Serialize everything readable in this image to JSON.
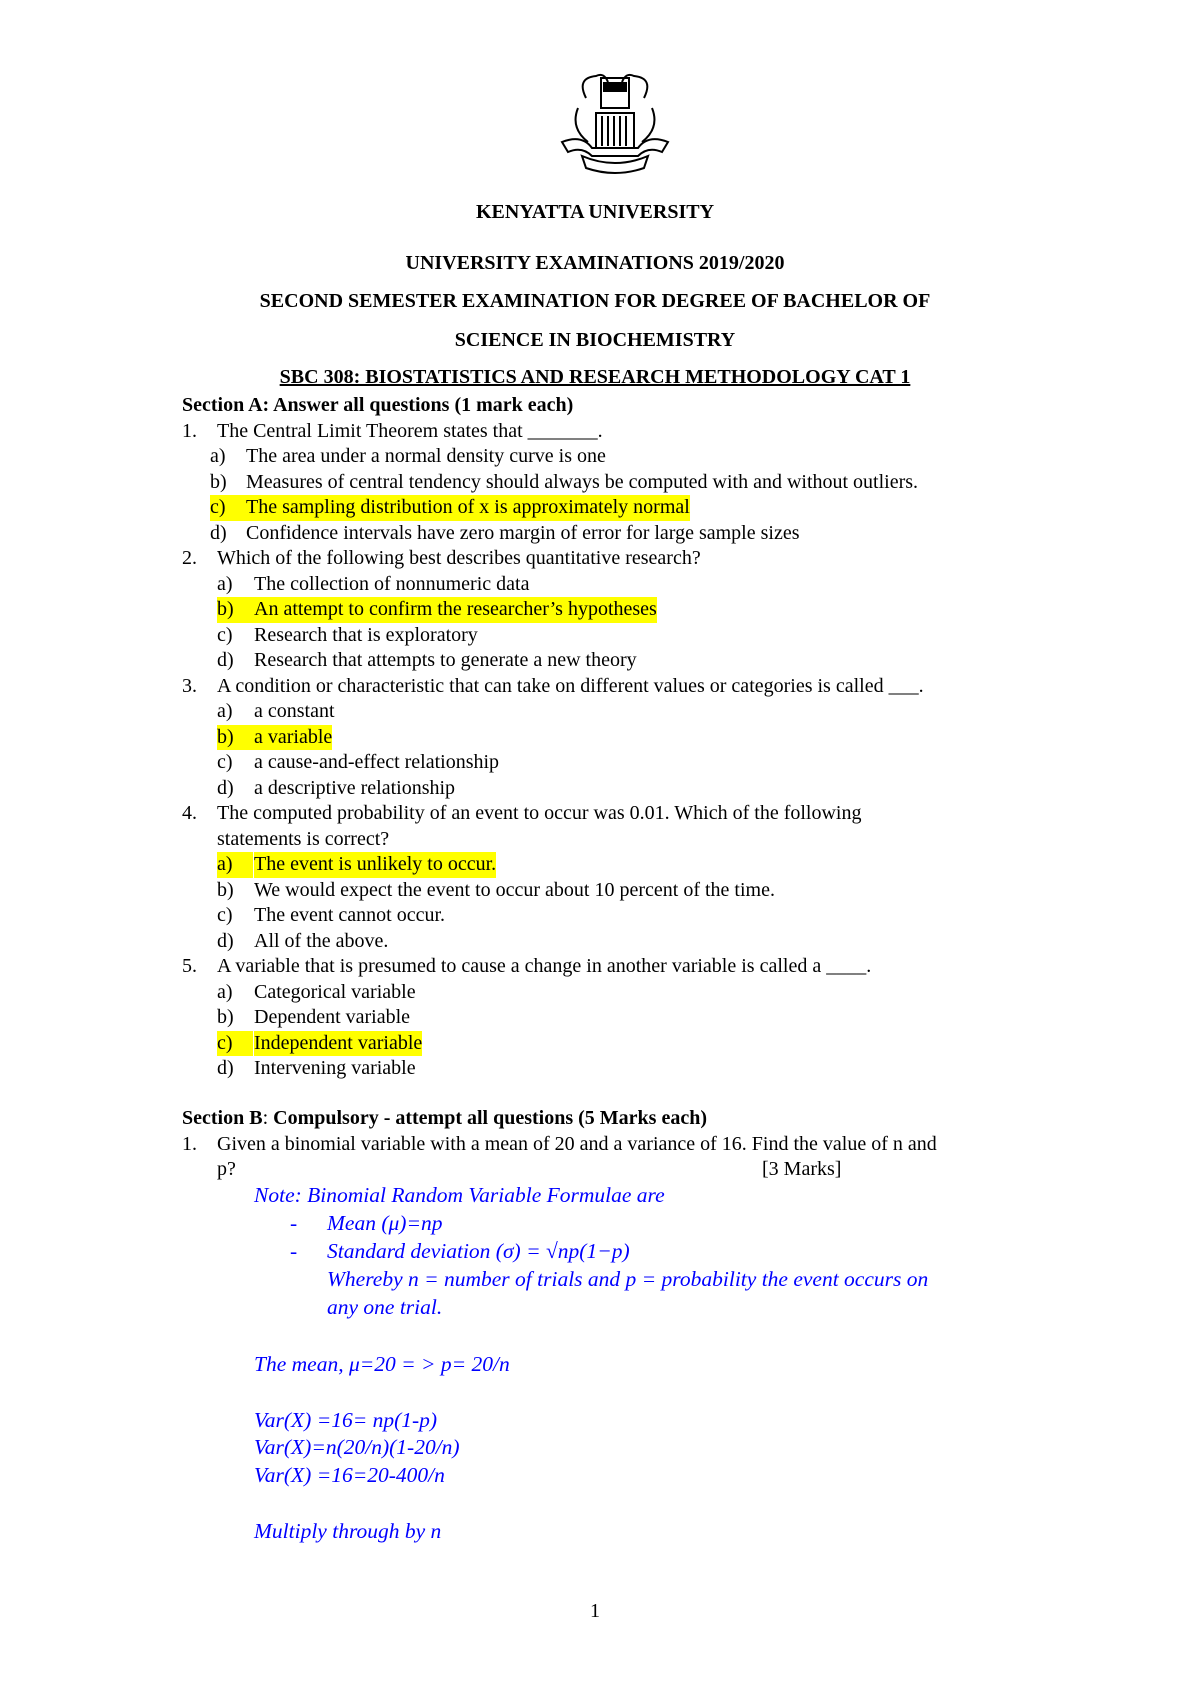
{
  "header": {
    "logo": "Kenyatta University crest",
    "university": "KENYATTA UNIVERSITY",
    "exam": "UNIVERSITY EXAMINATIONS 2019/2020",
    "semester": "SECOND SEMESTER EXAMINATION FOR DEGREE OF BACHELOR OF",
    "programme": "SCIENCE IN BIOCHEMISTRY",
    "course": "SBC 308: BIOSTATISTICS AND RESEARCH METHODOLOGY CAT 1"
  },
  "section_a": {
    "heading": "Section A: Answer all questions (1 mark each)",
    "questions": [
      {
        "num": "1.",
        "text": [
          "The Central Limit Theorem states that _______."
        ],
        "options": [
          {
            "l": "a)",
            "t": "The area under a normal density curve is one"
          },
          {
            "l": "b)",
            "t": "Measures of central tendency should always be computed with and without outliers."
          },
          {
            "l": "c)",
            "t": "The sampling distribution of x is approximately normal",
            "hl": true
          },
          {
            "l": "d)",
            "t": "Confidence intervals have zero margin of error for large sample sizes"
          }
        ]
      },
      {
        "num": "2.",
        "text": [
          "Which of the following best describes quantitative research?"
        ],
        "options": [
          {
            "l": "a)",
            "t": "The collection of nonnumeric data"
          },
          {
            "l": "b)",
            "t": "An attempt to confirm the researcher’s hypotheses",
            "hl": true
          },
          {
            "l": "c)",
            "t": "Research that is exploratory"
          },
          {
            "l": "d)",
            "t": "Research that attempts to generate a new theory"
          }
        ]
      },
      {
        "num": "3.",
        "text": [
          "A condition or characteristic that can take on different values or categories is called ___."
        ],
        "options": [
          {
            "l": "a)",
            "t": "a constant"
          },
          {
            "l": "b)",
            "t": "a variable",
            "hl": true
          },
          {
            "l": "c)",
            "t": "a cause-and-effect relationship"
          },
          {
            "l": "d)",
            "t": "a descriptive relationship"
          }
        ]
      },
      {
        "num": "4.",
        "text": [
          "The computed probability of an event to occur was 0.01. Which of the following",
          "statements is correct?"
        ],
        "options": [
          {
            "l": "a)",
            "t": "The event is unlikely to occur.",
            "hl": true
          },
          {
            "l": "b)",
            "t": "We would expect the event to occur about 10 percent of the time."
          },
          {
            "l": "c)",
            "t": "The event cannot occur."
          },
          {
            "l": "d)",
            "t": "All of the above."
          }
        ]
      },
      {
        "num": "5.",
        "text": [
          "A variable that is presumed to cause a change in another variable is called a ____."
        ],
        "options": [
          {
            "l": "a)",
            "t": "Categorical variable"
          },
          {
            "l": "b)",
            "t": "Dependent variable"
          },
          {
            "l": "c)",
            "t": "Independent variable",
            "hl": true
          },
          {
            "l": "d)",
            "t": "Intervening variable"
          }
        ]
      }
    ]
  },
  "section_b": {
    "heading_bold1": "Section B",
    "heading_colon": ": ",
    "heading_bold2": "Compulsory - attempt all questions (5 Marks each)",
    "q1_num": "1.",
    "q1_line1": "Given a binomial variable with a mean of 20 and a variance of 16. Find the value of n and",
    "q1_line2": "p?",
    "q1_marks": "[3 Marks]",
    "answer": {
      "note": "Note: Binomial Random Variable Formulae are",
      "dash": "-",
      "mean": "Mean (μ)=np",
      "sd": "Standard deviation (σ) = √np(1−p)",
      "whereby1": "Whereby n = number of trials and p = probability the event occurs on",
      "whereby2": "any one trial.",
      "step1": "The mean, μ=20 = > p= 20/n",
      "step2": "Var(X) =16= np(1-p)",
      "step3": "Var(X)=n(20/n)(1-20/n)",
      "step4": "Var(X) =16=20-400/n",
      "step5": "Multiply through by n"
    }
  },
  "page_number": "1"
}
